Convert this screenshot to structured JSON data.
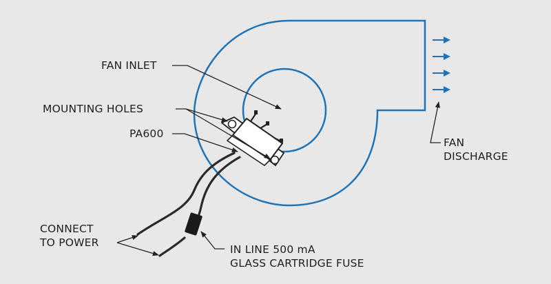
{
  "colors": {
    "background": "#e8e8e8",
    "housing": "#1f73b7",
    "ink": "#222222"
  },
  "labels": {
    "fan_inlet": "FAN INLET",
    "mounting_holes": "MOUNTING HOLES",
    "pa600": "PA600",
    "fan_discharge": [
      "FAN",
      "DISCHARGE"
    ],
    "connect_to_power": [
      "CONNECT",
      "TO POWER"
    ],
    "fuse": [
      "IN LINE 500 mA",
      "GLASS CARTRIDGE FUSE"
    ]
  },
  "icons": {
    "discharge_arrows": "right-arrow-icon"
  }
}
